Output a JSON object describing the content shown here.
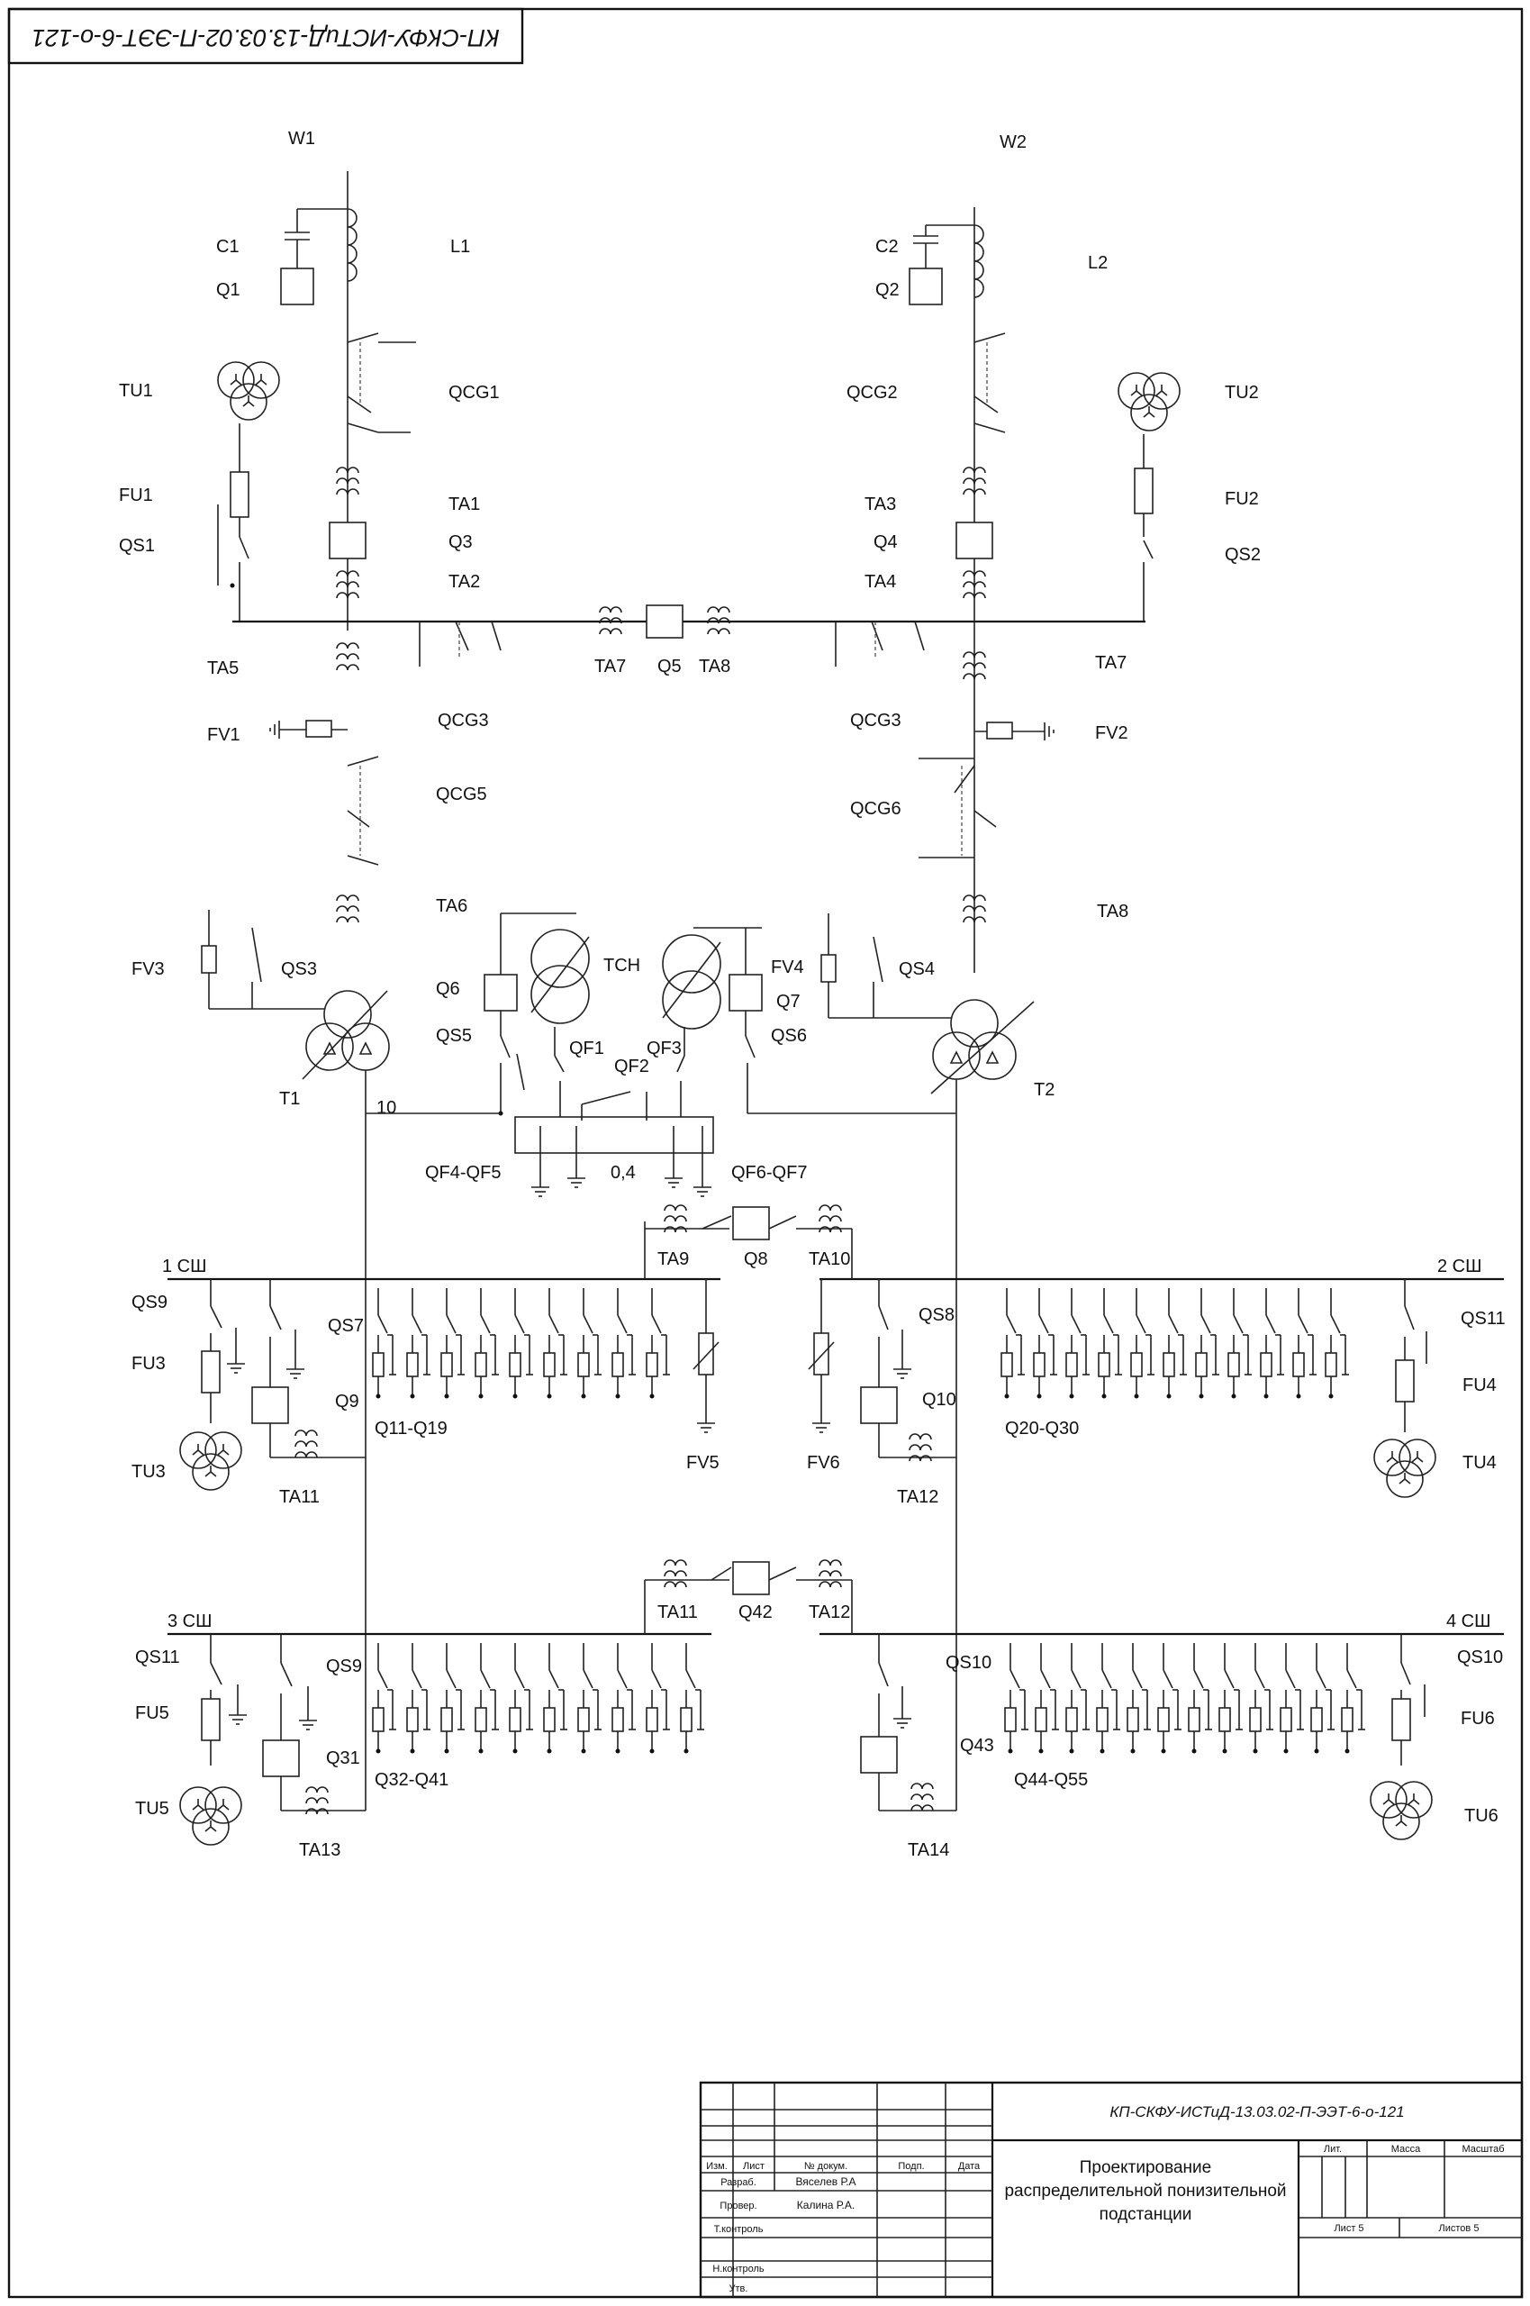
{
  "document_code_rotated": "КП-СКФУ-ИСТиД-13.03.02-П-ЭЭТ-6-о-121",
  "scheme": {
    "lines": {
      "w1": "W1",
      "w2": "W2"
    },
    "coupling": {
      "c1": "C1",
      "c2": "C2",
      "q1": "Q1",
      "q2": "Q2",
      "l1": "L1",
      "l2": "L2"
    },
    "earthing_switches": {
      "qcg1": "QCG1",
      "qcg2": "QCG2",
      "qcg3_left": "QCG3",
      "qcg3_right": "QCG3",
      "qcg5": "QCG5",
      "qcg6": "QCG6"
    },
    "voltage_transformers": {
      "tu1": "TU1",
      "tu2": "TU2",
      "tu3": "TU3",
      "tu4_right": "TU4",
      "tu5": "TU5",
      "tu6": "TU6"
    },
    "fuses": {
      "fu1": "FU1",
      "fu2": "FU2",
      "fu3": "FU3",
      "fu4": "FU4",
      "fu5": "FU5",
      "fu6": "FU6"
    },
    "disconnectors": {
      "qs1": "QS1",
      "qs2": "QS2",
      "qs3": "QS3",
      "qs4": "QS4",
      "qs5": "QS5",
      "qs6": "QS6",
      "qs7": "QS7",
      "qs8": "QS8",
      "qs9_top": "QS9",
      "qs11_top": "QS11",
      "qs9_bottom": "QS9",
      "qs11_bottom": "QS11",
      "qs10_mid": "QS10",
      "qs10_right": "QS10"
    },
    "current_transformers": {
      "ta1": "TA1",
      "ta2": "TA2",
      "ta3": "TA3",
      "ta4": "TA4",
      "ta5": "TA5",
      "ta6": "TA6",
      "ta7_bridge": "TA7",
      "ta8_bridge": "TA8",
      "ta7_right": "TA7",
      "ta8_right": "TA8",
      "ta9": "TA9",
      "ta10": "TA10",
      "ta11_upper": "TA11",
      "ta12_upper": "TA12",
      "ta11_coupler": "TA11",
      "ta12_coupler": "TA12",
      "ta13": "TA13",
      "ta14": "TA14"
    },
    "breakers": {
      "q3": "Q3",
      "q4": "Q4",
      "q5": "Q5",
      "q6": "Q6",
      "q7": "Q7",
      "q8": "Q8",
      "q9": "Q9",
      "q10": "Q10",
      "q31": "Q31",
      "q42": "Q42",
      "q43": "Q43"
    },
    "feeders": {
      "g1": "Q11-Q19",
      "g2": "Q20-Q30",
      "g3": "Q32-Q41",
      "g4": "Q44-Q55"
    },
    "arresters": {
      "fv1": "FV1",
      "fv2": "FV2",
      "fv3": "FV3",
      "fv4": "FV4",
      "fv5": "FV5",
      "fv6": "FV6"
    },
    "transformers": {
      "t1": "T1",
      "t2": "T2",
      "tsn": "ТСН"
    },
    "auto_breakers": {
      "qf1": "QF1",
      "qf2": "QF2",
      "qf3": "QF3",
      "qf45": "QF4-QF5",
      "qf67": "QF6-QF7"
    },
    "voltages": {
      "v10": "10",
      "v04": "0,4"
    },
    "busbars": {
      "b1": "1 СШ",
      "b2": "2 СШ",
      "b3": "3 СШ",
      "b4": "4 СШ"
    }
  },
  "title_block": {
    "code": "КП-СКФУ-ИСТиД-13.03.02-П-ЭЭТ-6-о-121",
    "title_line1": "Проектирование",
    "title_line2": "распределительной понизительной",
    "title_line3": "подстанции",
    "headers": {
      "izm": "Изм.",
      "list": "Лист",
      "doc": "№ докум.",
      "sign": "Подп.",
      "date": "Дата"
    },
    "roles": {
      "razrab": "Разраб.",
      "prover": "Провер.",
      "tkontrol": "Т.контроль",
      "nkontrol": "Н.контроль",
      "utv": "Утв."
    },
    "people": {
      "razrab": "Вяселев Р.А",
      "prover": "Калина Р.А."
    },
    "meta": {
      "lit": "Лит.",
      "massa": "Масса",
      "masshtab": "Масштаб",
      "sheet": "Лист 5",
      "sheets": "Листов 5"
    }
  }
}
